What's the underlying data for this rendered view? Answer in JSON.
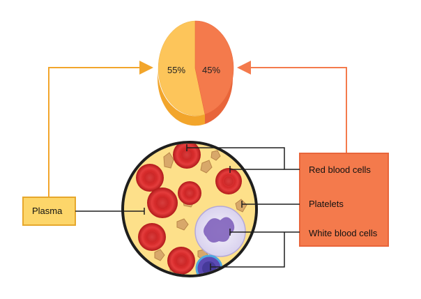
{
  "diagram": {
    "pie": {
      "left_percent": "55%",
      "right_percent": "45%",
      "left_color": "#fdc55a",
      "right_color": "#f47a4c"
    },
    "plasma_box": {
      "label": "Plasma",
      "fill": "#fdd66a",
      "border": "#e6a72c"
    },
    "components_box": {
      "fill": "#f47a4c",
      "border": "#e8653a",
      "labels": [
        "Red blood cells",
        "Platelets",
        "White blood cells"
      ]
    },
    "connector_colors": {
      "plasma_arrow": "#f2a52b",
      "cells_arrow": "#f47a4c"
    }
  }
}
